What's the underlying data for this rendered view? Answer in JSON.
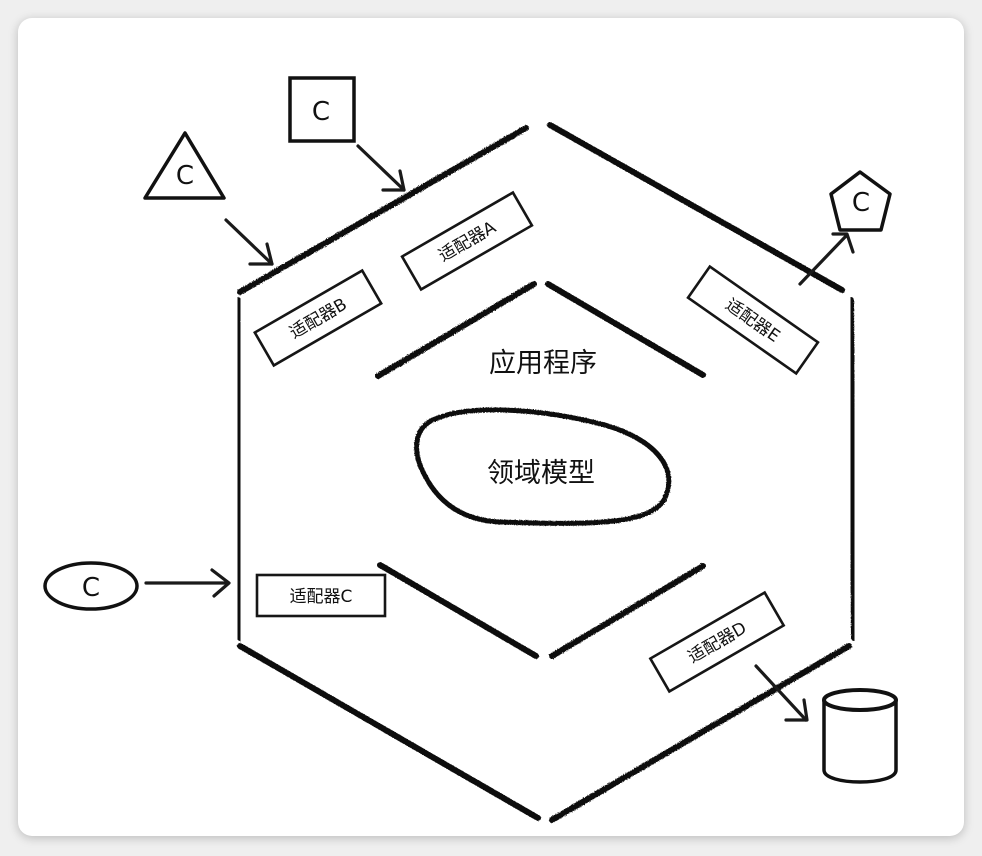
{
  "diagram": {
    "type": "hexagonal-architecture",
    "center": {
      "application_label": "应用程序",
      "domain_model_label": "领域模型"
    },
    "adapters": [
      {
        "id": "A",
        "label": "适配器A"
      },
      {
        "id": "B",
        "label": "适配器B"
      },
      {
        "id": "C",
        "label": "适配器C"
      },
      {
        "id": "D",
        "label": "适配器D"
      },
      {
        "id": "E",
        "label": "适配器E"
      }
    ],
    "clients": [
      {
        "shape": "square",
        "label": "C",
        "target_adapter": "A"
      },
      {
        "shape": "triangle",
        "label": "C",
        "target_adapter": "B"
      },
      {
        "shape": "ellipse",
        "label": "C",
        "target_adapter": "C"
      },
      {
        "shape": "pentagon",
        "label": "C",
        "target_adapter": "E"
      }
    ],
    "storage": {
      "shape": "cylinder",
      "source_adapter": "D"
    }
  }
}
